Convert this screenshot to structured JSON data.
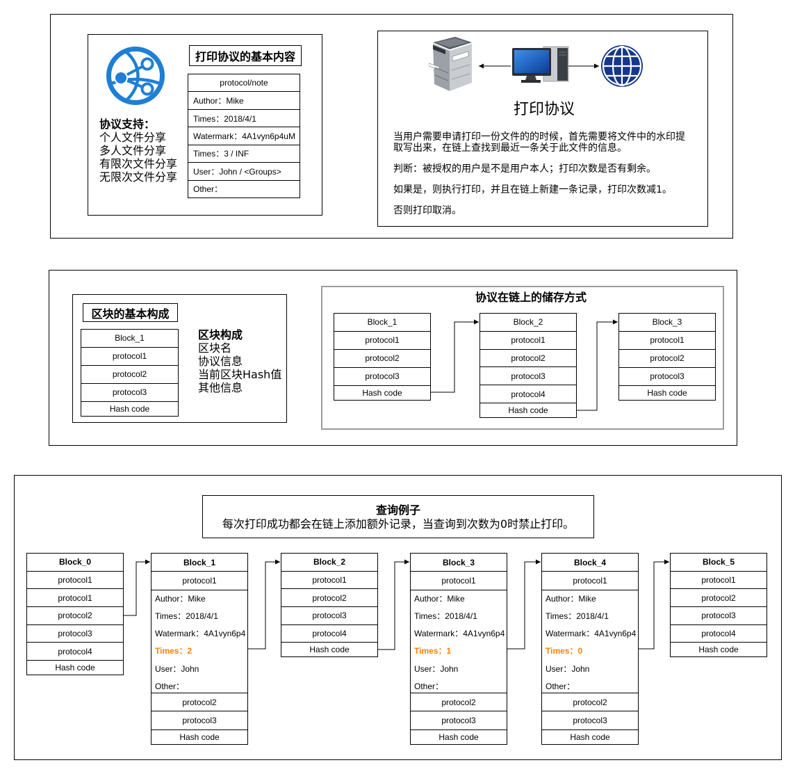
{
  "colors": {
    "times_highlight": "#FF8000",
    "network_icon_blue": "#1E7FD4",
    "globe_blue": "#16388A",
    "storage_panel_border": "#9B9B9B"
  },
  "icons": {
    "network": "network-globe-icon",
    "printer": "printer-icon",
    "computer": "computer-icon",
    "globe": "globe-icon"
  },
  "print_section": {
    "content_title": "打印协议的基本内容",
    "content_rows": [
      "protocol/note",
      "Author：Mike",
      "Times：2018/4/1",
      "Watermark：4A1vyn6p4uM",
      "Times：3 / INF",
      "User：John / <Groups>",
      "Other："
    ],
    "support_title": "协议支持：",
    "support_items": [
      "个人文件分享",
      "多人文件分享",
      "有限次文件分享",
      "无限次文件分享"
    ],
    "protocol_title": "打印协议",
    "protocol_lines": [
      "当用户需要申请打印一份文件的的时候，首先需要将文件中的水印提",
      "取写出来，在链上查找到最近一条关于此文件的信息。",
      "判断：被授权的用户是不是用户本人；打印次数是否有剩余。",
      "如果是，则执行打印，并且在链上新建一条记录，打印次数减1。",
      "否则打印取消。"
    ]
  },
  "block_section": {
    "structure_title": "区块的基本构成",
    "structure_block": [
      "Block_1",
      "protocol1",
      "protocol2",
      "protocol3",
      "Hash code"
    ],
    "composition_title": "区块构成",
    "composition_items": [
      "区块名",
      "协议信息",
      "当前区块Hash值",
      "其他信息"
    ],
    "storage_title": "协议在链上的储存方式",
    "storage_blocks": [
      [
        "Block_1",
        "protocol1",
        "protocol2",
        "protocol3",
        "Hash code"
      ],
      [
        "Block_2",
        "protocol1",
        "protocol2",
        "protocol3",
        "protocol4",
        "Hash code"
      ],
      [
        "Block_3",
        "protocol1",
        "protocol2",
        "protocol3",
        "Hash code"
      ]
    ]
  },
  "query_section": {
    "title": "查询例子",
    "description": "每次打印成功都会在链上添加额外记录，当查询到次数为0时禁止打印。",
    "blocks": [
      {
        "name": "Block_0",
        "rows": [
          "protocol1",
          "protocol1",
          "protocol2",
          "protocol3",
          "protocol4",
          "Hash code"
        ]
      },
      {
        "name": "Block_1",
        "first": "protocol1",
        "details": [
          "Author：Mike",
          "Times：2018/4/1",
          "Watermark：4A1vyn6p4",
          "Times：2",
          "User：John",
          "Other："
        ],
        "after": [
          "protocol2",
          "protocol3",
          "Hash code"
        ]
      },
      {
        "name": "Block_2",
        "rows": [
          "protocol1",
          "protocol2",
          "protocol3",
          "protocol4",
          "Hash code"
        ]
      },
      {
        "name": "Block_3",
        "first": "protocol1",
        "details": [
          "Author：Mike",
          "Times：2018/4/1",
          "Watermark：4A1vyn6p4",
          "Times：1",
          "User：John",
          "Other："
        ],
        "after": [
          "protocol2",
          "protocol3",
          "Hash code"
        ]
      },
      {
        "name": "Block_4",
        "first": "protocol1",
        "details": [
          "Author：Mike",
          "Times：2018/4/1",
          "Watermark：4A1vyn6p4",
          "Times：0",
          "User：John",
          "Other："
        ],
        "after": [
          "protocol2",
          "protocol3",
          "Hash code"
        ]
      },
      {
        "name": "Block_5",
        "rows": [
          "protocol1",
          "protocol2",
          "protocol3",
          "protocol4",
          "Hash code"
        ]
      }
    ]
  }
}
